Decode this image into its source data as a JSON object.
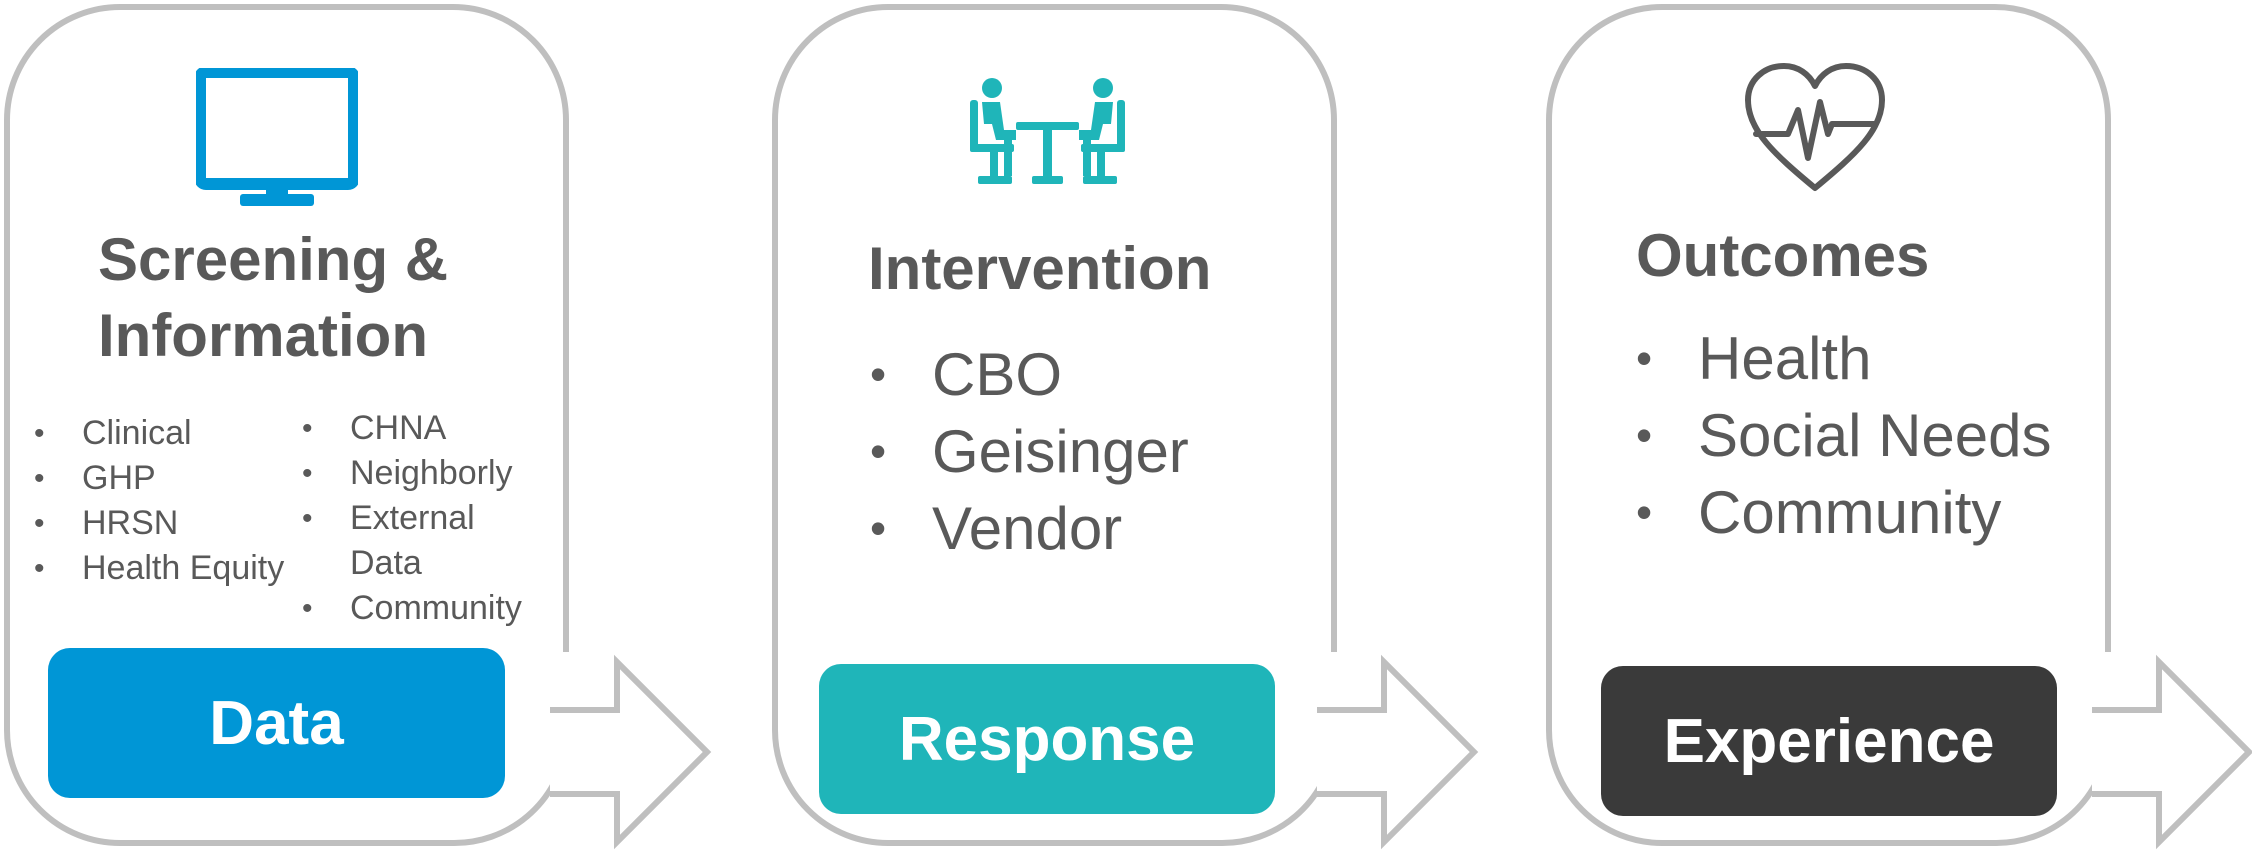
{
  "panels": [
    {
      "title_line1": "Screening &",
      "title_line2": "Information",
      "icon": "monitor-icon",
      "list_left": [
        "Clinical",
        "GHP",
        "HRSN",
        "Health Equity"
      ],
      "list_right": [
        "CHNA",
        "Neighborly",
        "External Data",
        "Community"
      ],
      "pill_label": "Data",
      "pill_color": "#0096d6"
    },
    {
      "title": "Intervention",
      "icon": "meeting-icon",
      "list": [
        "CBO",
        "Geisinger",
        "Vendor"
      ],
      "pill_label": "Response",
      "pill_color": "#1fb5b9"
    },
    {
      "title": "Outcomes",
      "icon": "heart-pulse-icon",
      "list": [
        "Health",
        "Social Needs",
        "Community"
      ],
      "pill_label": "Experience",
      "pill_color": "#3a3a3a"
    }
  ],
  "colors": {
    "outline": "#bfbfbf",
    "text": "#595959",
    "blue": "#0096d6",
    "teal": "#1fb5b9",
    "dark": "#3a3a3a"
  }
}
